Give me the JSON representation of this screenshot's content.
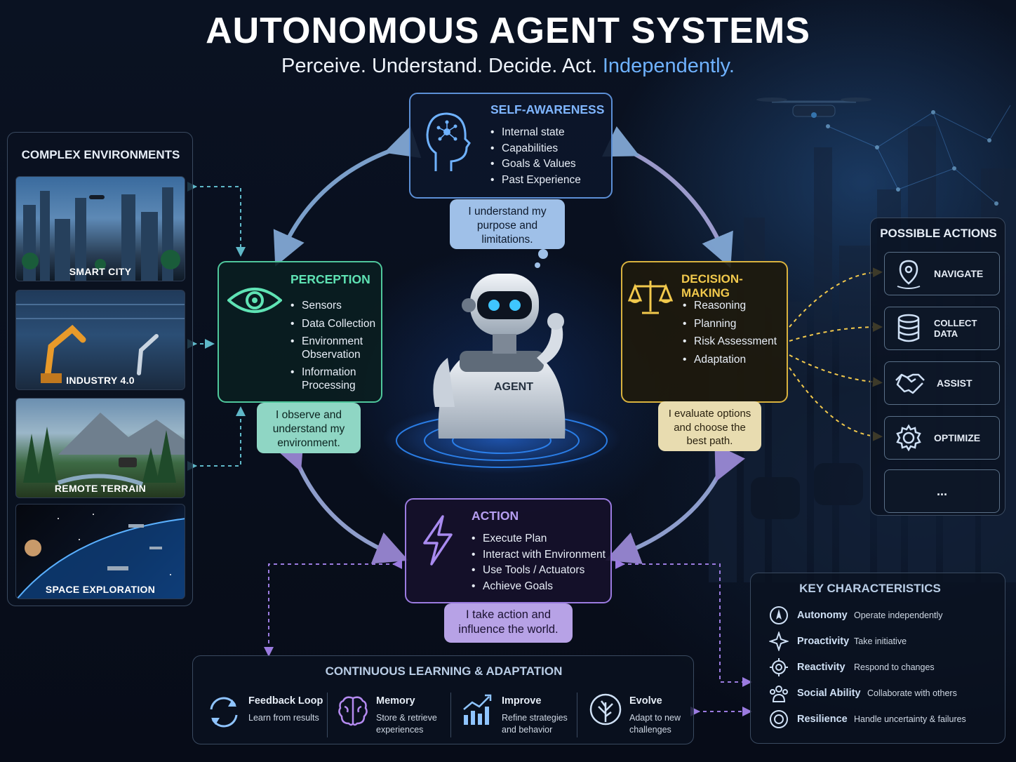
{
  "header": {
    "title": "AUTONOMOUS AGENT SYSTEMS",
    "subtitle_main": "Perceive. Understand. Decide. Act.",
    "subtitle_highlight": "Independently."
  },
  "environments": {
    "title": "COMPLEX ENVIRONMENTS",
    "items": [
      "SMART CITY",
      "INDUSTRY 4.0",
      "REMOTE TERRAIN",
      "SPACE EXPLORATION"
    ]
  },
  "self_awareness": {
    "title": "SELF-AWARENESS",
    "bullets": [
      "Internal state",
      "Capabilities",
      "Goals & Values",
      "Past Experience"
    ],
    "bubble": "I understand my purpose and limitations."
  },
  "perception": {
    "title": "PERCEPTION",
    "bullets": [
      "Sensors",
      "Data Collection",
      "Environment Observation",
      "Information Processing"
    ],
    "bubble": "I observe and understand my environment."
  },
  "decision": {
    "title": "DECISION-MAKING",
    "bullets": [
      "Reasoning",
      "Planning",
      "Risk Assessment",
      "Adaptation"
    ],
    "bubble": "I evaluate options and choose the best path."
  },
  "action": {
    "title": "ACTION",
    "bullets": [
      "Execute Plan",
      "Interact with Environment",
      "Use Tools / Actuators",
      "Achieve Goals"
    ],
    "bubble": "I take action and influence the world."
  },
  "agent": {
    "label": "AGENT"
  },
  "possible_actions": {
    "title": "POSSIBLE ACTIONS",
    "items": [
      {
        "label": "NAVIGATE",
        "icon": "location-pin-icon"
      },
      {
        "label": "COLLECT DATA",
        "icon": "database-icon"
      },
      {
        "label": "ASSIST",
        "icon": "handshake-icon"
      },
      {
        "label": "OPTIMIZE",
        "icon": "gear-icon"
      },
      {
        "label": "...",
        "icon": ""
      }
    ]
  },
  "key_characteristics": {
    "title": "KEY CHARACTERISTICS",
    "items": [
      {
        "name": "Autonomy",
        "desc": "Operate independently",
        "icon": "compass-icon"
      },
      {
        "name": "Proactivity",
        "desc": "Take initiative",
        "icon": "sparkle-icon"
      },
      {
        "name": "Reactivity",
        "desc": "Respond to changes",
        "icon": "target-icon"
      },
      {
        "name": "Social Ability",
        "desc": "Collaborate with others",
        "icon": "people-icon"
      },
      {
        "name": "Resilience",
        "desc": "Handle uncertainty & failures",
        "icon": "shield-icon"
      }
    ]
  },
  "learning": {
    "title": "CONTINUOUS LEARNING & ADAPTATION",
    "items": [
      {
        "title": "Feedback Loop",
        "desc1": "Learn from results",
        "desc2": "",
        "icon": "refresh-icon"
      },
      {
        "title": "Memory",
        "desc1": "Store & retrieve",
        "desc2": "experiences",
        "icon": "brain-icon"
      },
      {
        "title": "Improve",
        "desc1": "Refine strategies",
        "desc2": "and behavior",
        "icon": "chart-up-icon"
      },
      {
        "title": "Evolve",
        "desc1": "Adapt to new",
        "desc2": "challenges",
        "icon": "tree-icon"
      }
    ]
  },
  "colors": {
    "perception": "#5fe3b4",
    "decision": "#f2c94c",
    "action": "#a98bf0",
    "self": "#7fb5ff"
  }
}
